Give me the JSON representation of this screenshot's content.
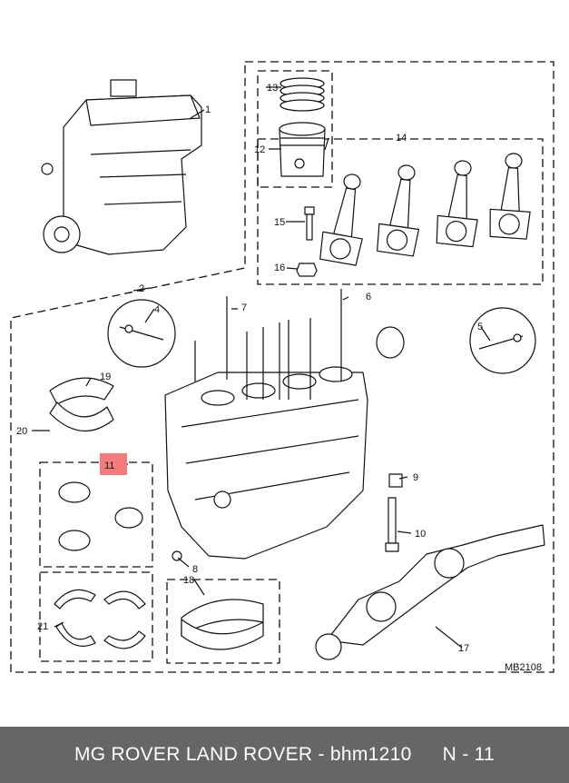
{
  "diagram": {
    "callouts": [
      "1",
      "2",
      "4",
      "5",
      "6",
      "7",
      "8",
      "9",
      "10",
      "11",
      "12",
      "13",
      "14",
      "15",
      "16",
      "17",
      "18",
      "19",
      "20",
      "21"
    ],
    "highlighted_callout": "11",
    "highlight_color": "#f07c7c",
    "reference_code": "MB2108"
  },
  "footer": {
    "brand_text": "MG ROVER LAND ROVER - bhm1210",
    "page_ref": "N - 11",
    "background": "#666666"
  }
}
